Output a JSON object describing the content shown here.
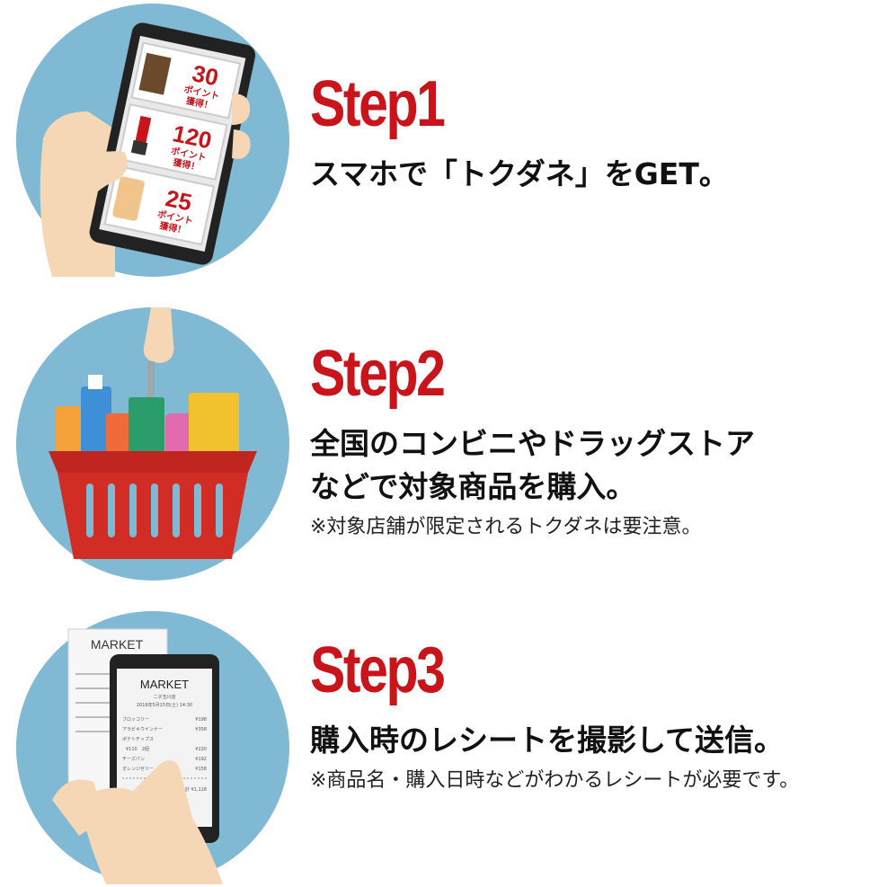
{
  "steps": [
    {
      "title": "Step1",
      "description_lines": [
        "スマホで「トクダネ」をGET。"
      ],
      "note": "",
      "coupons": [
        {
          "points": "30",
          "label": "ポイント",
          "sub": "獲得！"
        },
        {
          "points": "120",
          "label": "ポイント",
          "sub": "獲得！"
        },
        {
          "points": "25",
          "label": "ポイント",
          "sub": "獲得！"
        }
      ]
    },
    {
      "title": "Step2",
      "description_lines": [
        "全国のコンビニやドラッグストア",
        "などで対象商品を購入。"
      ],
      "note": "※対象店舗が限定されるトクダネは要注意。"
    },
    {
      "title": "Step3",
      "description_lines": [
        "購入時のレシートを撮影して送信。"
      ],
      "note": "※商品名・購入日時などがわかるレシートが必要です。",
      "receipt": {
        "store": "MARKET",
        "store_branch": "ニ子玉川店",
        "date": "2016年5月15日(土) 14:30",
        "items": [
          {
            "name": "ブロッコリー",
            "price": "¥198"
          },
          {
            "name": "アラビキウインナー",
            "price": "¥358"
          },
          {
            "name": "ポテトチップス",
            "price": ""
          },
          {
            "name": "¥110　2個",
            "price": "¥220"
          },
          {
            "name": "チーズパン",
            "price": "¥192"
          },
          {
            "name": "オレンジゼリー",
            "price": "¥158"
          }
        ],
        "total": "計 ¥1,118"
      }
    }
  ],
  "colors": {
    "accent": "#c8141a",
    "circle": "#7fb9d4",
    "skin": "#f6d7b5",
    "phone": "#222222",
    "basket": "#d12d24"
  }
}
